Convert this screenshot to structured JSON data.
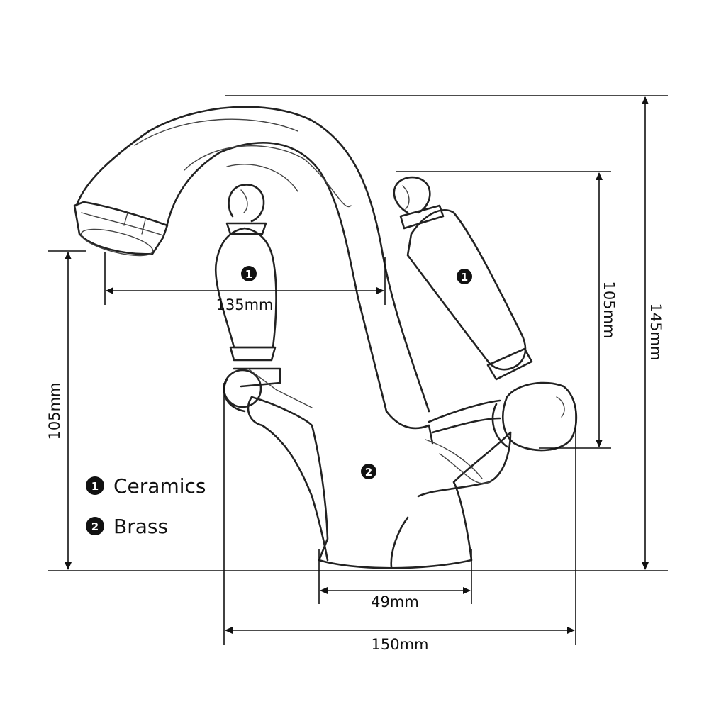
{
  "dimensions": {
    "spout_reach": "135mm",
    "spout_height": "105mm",
    "handle_height": "105mm",
    "total_height": "145mm",
    "base_width": "49mm",
    "total_width": "150mm"
  },
  "callouts": {
    "handle_left": "1",
    "handle_right": "1",
    "body": "2"
  },
  "legend": [
    {
      "number": "1",
      "label": "Ceramics"
    },
    {
      "number": "2",
      "label": "Brass"
    }
  ]
}
